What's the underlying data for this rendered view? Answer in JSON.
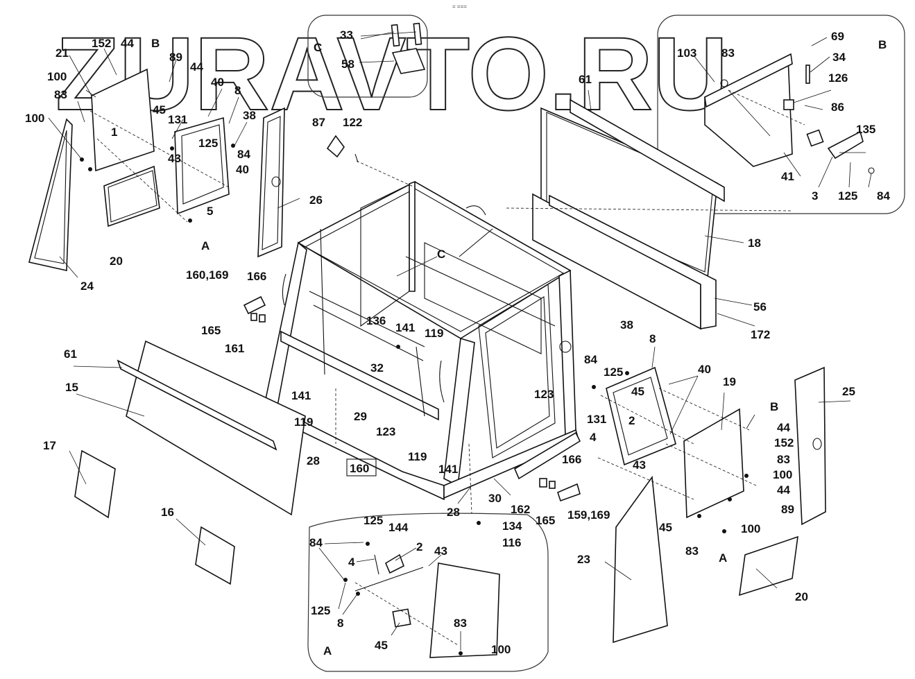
{
  "top_note": "= ===",
  "watermark": "ZURAVTO.RU",
  "view_letters": {
    "A": "A",
    "B": "B",
    "C": "C"
  },
  "labels": {
    "l21": "21",
    "l152a": "152",
    "l44a": "44",
    "lBa": "B",
    "l89a": "89",
    "l44b": "44",
    "l100a": "100",
    "l83a": "83",
    "l100b": "100",
    "l40a": "40",
    "l8a": "8",
    "l38a": "38",
    "l45a": "45",
    "l131a": "131",
    "l1": "1",
    "l125a": "125",
    "l84a": "84",
    "l43a": "43",
    "l40b": "40",
    "l5": "5",
    "l20a": "20",
    "lAa": "A",
    "l24": "24",
    "l26": "26",
    "l33": "33",
    "lCa": "C",
    "l58": "58",
    "l87": "87",
    "l122": "122",
    "l61a": "61",
    "l18": "18",
    "l56": "56",
    "l172": "172",
    "lCb": "C",
    "l69": "69",
    "l103": "103",
    "l83b": "83",
    "l34": "34",
    "lBb": "B",
    "l126": "126",
    "l86": "86",
    "l135": "135",
    "l41": "41",
    "l3": "3",
    "l125b": "125",
    "l84b": "84",
    "l160_169": "160,169",
    "l166a": "166",
    "l165a": "165",
    "l161": "161",
    "l136": "136",
    "l141a": "141",
    "l119a": "119",
    "l32": "32",
    "l141b": "141",
    "l119b": "119",
    "l29": "29",
    "l123a": "123",
    "l28a": "28",
    "l61b": "61",
    "l15": "15",
    "l17": "17",
    "l16": "16",
    "l160": "160",
    "l119c": "119",
    "l141c": "141",
    "l28b": "28",
    "l30": "30",
    "l38b": "38",
    "l8b": "8",
    "l84c": "84",
    "l125c": "125",
    "l40c": "40",
    "l19": "19",
    "l25": "25",
    "l45b": "45",
    "l131b": "131",
    "l2a": "2",
    "l4a": "4",
    "l123b": "123",
    "lBc": "B",
    "l44c": "44",
    "l152b": "152",
    "l83c": "83",
    "l100c": "100",
    "l44d": "44",
    "l89b": "89",
    "l43b": "43",
    "l166b": "166",
    "l162": "162",
    "l165b": "165",
    "l159_169": "159,169",
    "l134": "134",
    "l116": "116",
    "l45c": "45",
    "l83d": "83",
    "l100d": "100",
    "lAb": "A",
    "l20b": "20",
    "l23": "23",
    "l125d": "125",
    "l144": "144",
    "l84d": "84",
    "l2b": "2",
    "l43c": "43",
    "l4b": "4",
    "l125e": "125",
    "l8c": "8",
    "l83e": "83",
    "l45d": "45",
    "lAc": "A",
    "l100e": "100"
  }
}
